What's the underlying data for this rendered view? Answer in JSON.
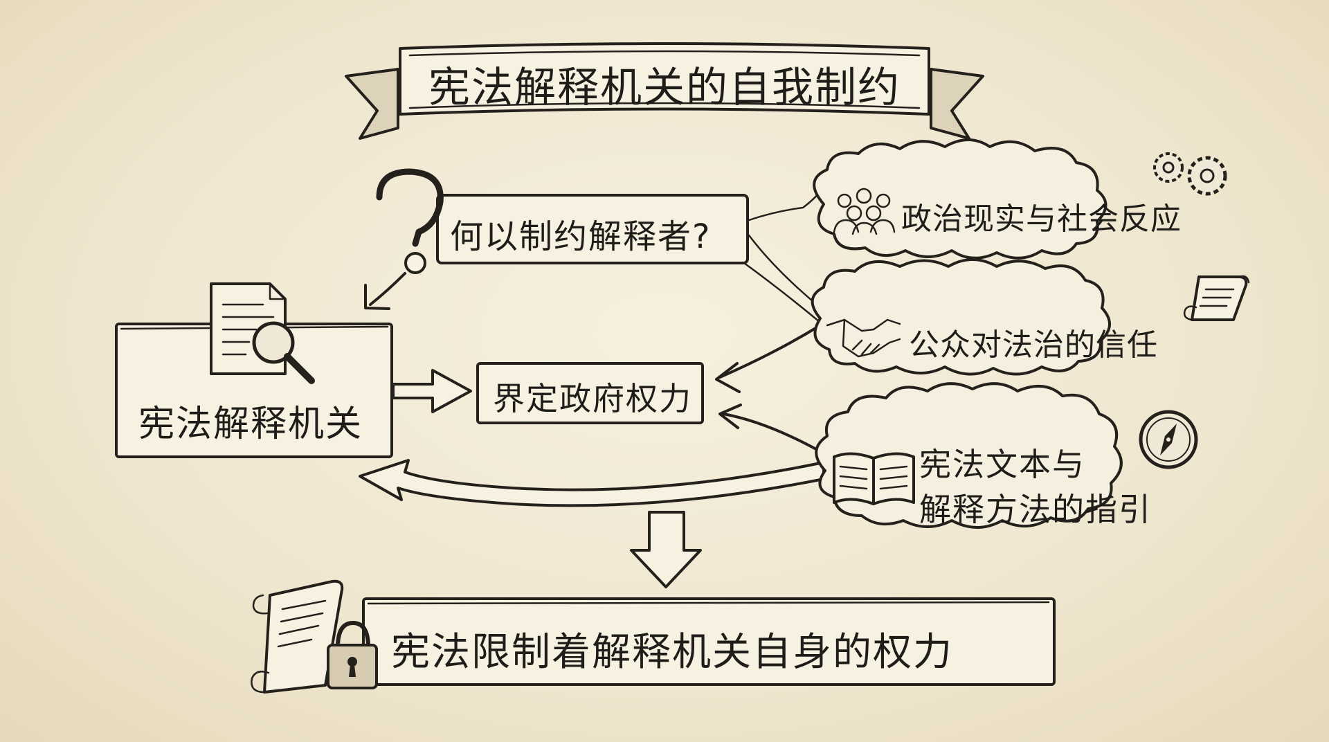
{
  "title": "宪法解释机关的自我制约",
  "question": "何以制约解释者?",
  "main_node": "宪法解释机关",
  "center_node": "界定政府权力",
  "constraints": [
    {
      "label": "政治现实与社会反应",
      "icon": "crowd-icon"
    },
    {
      "label": "公众对法治的信任",
      "icon": "handshake-icon"
    },
    {
      "label_line1": "宪法文本与",
      "label_line2": "解释方法的指引",
      "icon": "open-book-icon"
    }
  ],
  "conclusion": "宪法限制着解释机关自身的权力",
  "icons": [
    "question-mark-icon",
    "document-magnifier-icon",
    "gears-icon",
    "scroll-icon",
    "compass-icon",
    "scroll-padlock-icon"
  ],
  "colors": {
    "background": "#f2ead6",
    "ink": "#24211c",
    "paper": "#f7f1e1"
  }
}
